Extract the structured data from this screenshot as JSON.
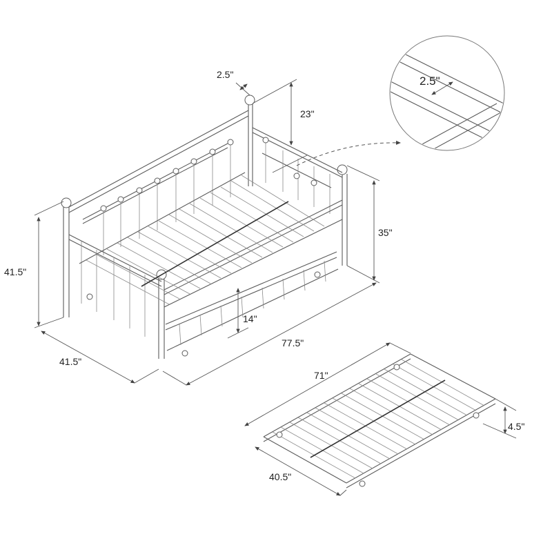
{
  "diagram": {
    "subject": "Metal daybed with pull-out trundle — dimension drawing",
    "line_color": "#5a5a5a",
    "background": "#ffffff"
  },
  "dimensions": {
    "post_width": "2.5\"",
    "footboard_above_mattress": "23\"",
    "overall_height": "41.5\"",
    "armrest_height": "35\"",
    "overall_depth": "41.5\"",
    "overall_length": "77.5\"",
    "trundle_clearance": "14\"",
    "trundle_length": "71\"",
    "trundle_width": "40.5\"",
    "trundle_height": "4.5\""
  },
  "detail_callout": {
    "label": "2.5\"",
    "description": "slat spacing detail"
  }
}
